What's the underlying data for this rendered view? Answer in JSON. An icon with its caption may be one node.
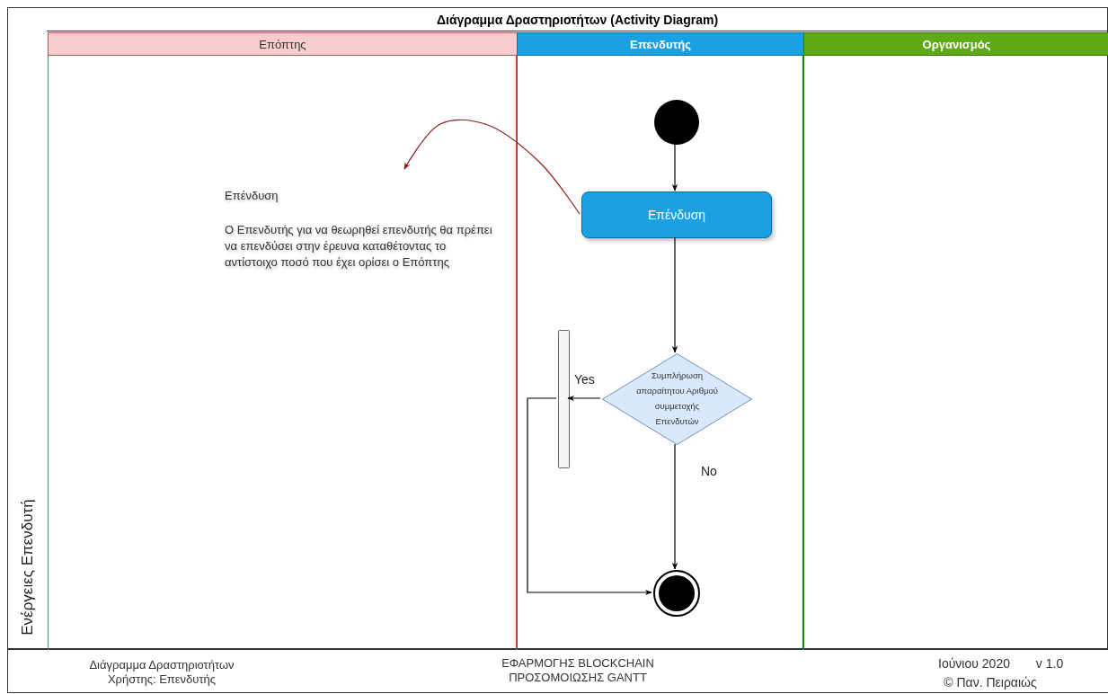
{
  "diagram": {
    "title": "Διάγραμμα Δραστηριοτήτων (Activity Diagram)",
    "nodes": [
      {
        "text": [
          "Ενέργειες Επενδυτή"
        ]
      },
      {
        "text": [
          "Επόπτης"
        ],
        "in": 0
      },
      {
        "text": [
          "Επενδυτής"
        ],
        "in": 0
      },
      {
        "text": [
          "Οργανισμός"
        ],
        "in": 0
      },
      {
        "text": [
          "Επένδυση",
          "Ο Επενδυτής για να θεωρηθεί επενδυτής θα πρέπει να επενδύσει στην έρευνα καταθέτοντας το αντίστοιχο ποσό που έχει ορίσει ο Επόπτης"
        ],
        "in": 1
      },
      {
        "text": [],
        "shape": "circle",
        "in": 2
      },
      {
        "text": [
          "Επένδυση"
        ],
        "in": 2
      },
      {
        "text": [
          "Συμπλήρωση απαραίτητου Αριθμού συμμετοχής Επενδυτών"
        ],
        "in": 2
      },
      {
        "text": [],
        "shape": "bar",
        "in": 2
      },
      {
        "text": [],
        "shape": "circle",
        "in": 2
      }
    ],
    "edges": [
      {
        "from": 5,
        "to": 6,
        "arrow": "to"
      },
      {
        "from": 6,
        "to": 7,
        "arrow": "to"
      },
      {
        "from": 7,
        "to": 8,
        "arrow": "to",
        "label": "Yes"
      },
      {
        "from": 8,
        "to": 9,
        "arrow": "to"
      },
      {
        "from": 7,
        "to": 9,
        "arrow": "to",
        "label": "No"
      },
      {
        "from": 6,
        "to": 4,
        "arrow": "to",
        "color": "#8b1a1a"
      }
    ],
    "labels": [
      "Διάγραμμα Δραστηριοτήτων",
      "Χρήστης: Επενδυτής",
      "ΕΦΑΡΜΟΓΗΣ BLOCKCHAIN",
      "ΠΡΟΣΟΜΟΙΩΣΗΣ GANTT",
      "Ιούνιου 2020",
      "v 1.0",
      "© Παν. Πειραιώς"
    ]
  }
}
